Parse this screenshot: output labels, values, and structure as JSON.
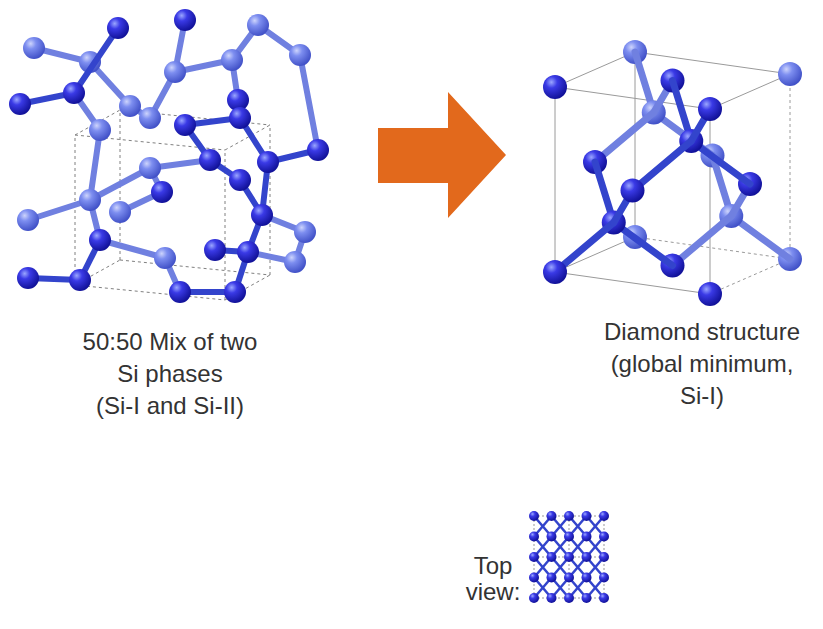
{
  "diagram": {
    "labels": [
      "50:50 Mix of two Si phases (Si-I and Si-II)",
      "Diamond structure (global minimum, Si-I)",
      "Top view:"
    ]
  }
}
